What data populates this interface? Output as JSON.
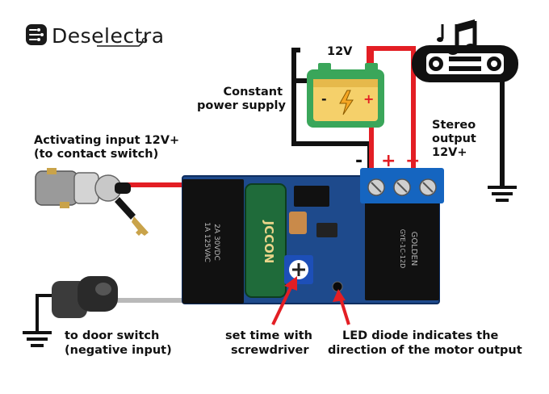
{
  "brand": {
    "name": "Deselectra"
  },
  "labels": {
    "battery_voltage": "12V",
    "constant_power_line1": "Constant",
    "constant_power_line2": "power supply",
    "activating_line1": "Activating input 12V+",
    "activating_line2": "(to contact switch)",
    "stereo_line1": "Stereo",
    "stereo_line2": "output",
    "stereo_line3": "12V+",
    "door_line1": "to door switch",
    "door_line2": "(negative input)",
    "settime_line1": "set time with",
    "settime_line2": "screwdriver",
    "led_line1": "LED diode indicates the",
    "led_line2": "direction of the motor output",
    "minus_sign": "-",
    "plus_sign_1": "+",
    "plus_sign_2": "+",
    "battery_minus": "-",
    "battery_plus": "+"
  },
  "board_text": {
    "relay1_line1": "1A 125VAC",
    "relay1_line2": "2A 30VDC",
    "capacitor": "JCCON",
    "relay2": "GOLDEN",
    "relay2_model": "GYE-1C-12D"
  },
  "colors": {
    "wire_red": "#e31e24",
    "wire_black": "#111111",
    "wire_gray": "#b9b9b9",
    "board_blue": "#1e4a8c",
    "terminal_blue": "#1565c0",
    "battery_green": "#3aa65a",
    "battery_yellow": "#f5d06a",
    "bolt_orange": "#f5a623"
  }
}
